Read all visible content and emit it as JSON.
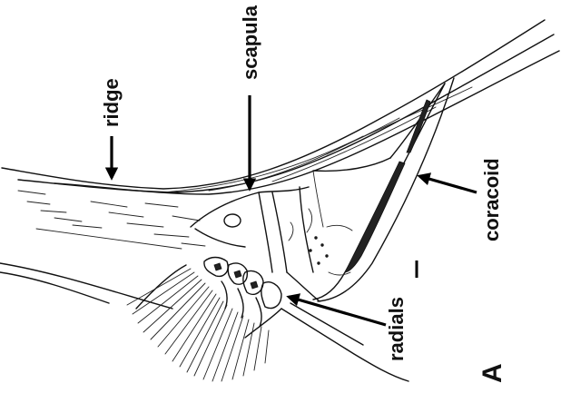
{
  "labels": {
    "ridge": "ridge",
    "scapula": "scapula",
    "coracoid": "coracoid",
    "radials": "radials",
    "panel": "A"
  },
  "icons": {
    "ridge_arrow": "arrow-down-icon",
    "scapula_arrow": "arrow-down-icon",
    "coracoid_arrow": "arrow-up-left-icon",
    "radials_arrow": "arrow-left-icon",
    "scale_bar": "scale-bar-icon"
  }
}
